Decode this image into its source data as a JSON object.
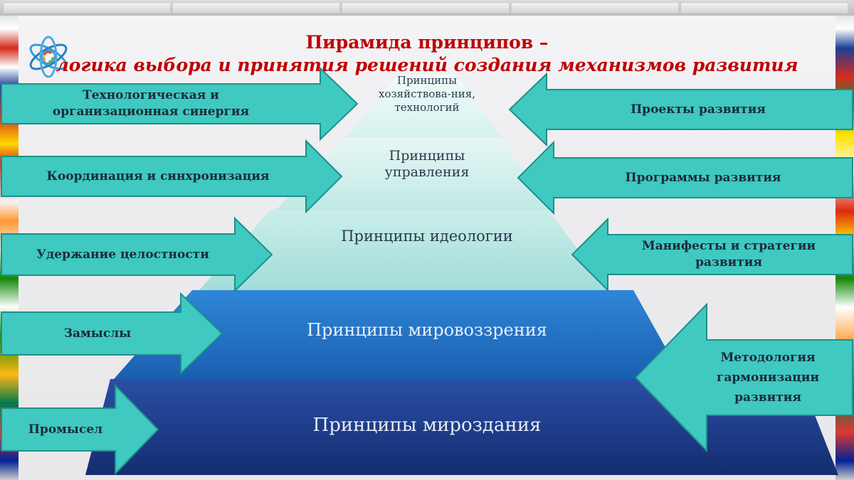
{
  "title": {
    "line1": "Пирамида принципов –",
    "line2": "логика выбора и принятия решений создания механизмов развития"
  },
  "logo": {
    "icon": "atom-swirl-logo-icon",
    "colors": [
      "#3a9bd8",
      "#e8463a",
      "#5cb85c"
    ]
  },
  "pyramid": {
    "tiers": [
      {
        "label": "Принципы хозяйствова-ния, технологий"
      },
      {
        "label": "Принципы управления"
      },
      {
        "label": "Принципы идеологии"
      },
      {
        "label": "Принципы мировоззрения"
      },
      {
        "label": "Принципы мироздания"
      }
    ]
  },
  "left_arrows": [
    {
      "label": "Технологическая и организационная синергия"
    },
    {
      "label": "Координация и синхронизация"
    },
    {
      "label": "Удержание целостности"
    },
    {
      "label": "Замыслы"
    },
    {
      "label": "Промысел"
    }
  ],
  "right_arrows": [
    {
      "label": "Проекты развития"
    },
    {
      "label": "Программы развития"
    },
    {
      "label": "Манифесты и стратегии развития"
    },
    {
      "label": "Методология гармонизации развития"
    }
  ],
  "colors": {
    "title": "#c00000",
    "arrow_fill": "#3fc9c0",
    "arrow_dark": "#1e8f8a",
    "tier_top": "#d9f2f0",
    "tier_mid": "#b4e6e1",
    "tier_blue": "#1f6fc4",
    "tier_navy": "#1a3a86"
  }
}
